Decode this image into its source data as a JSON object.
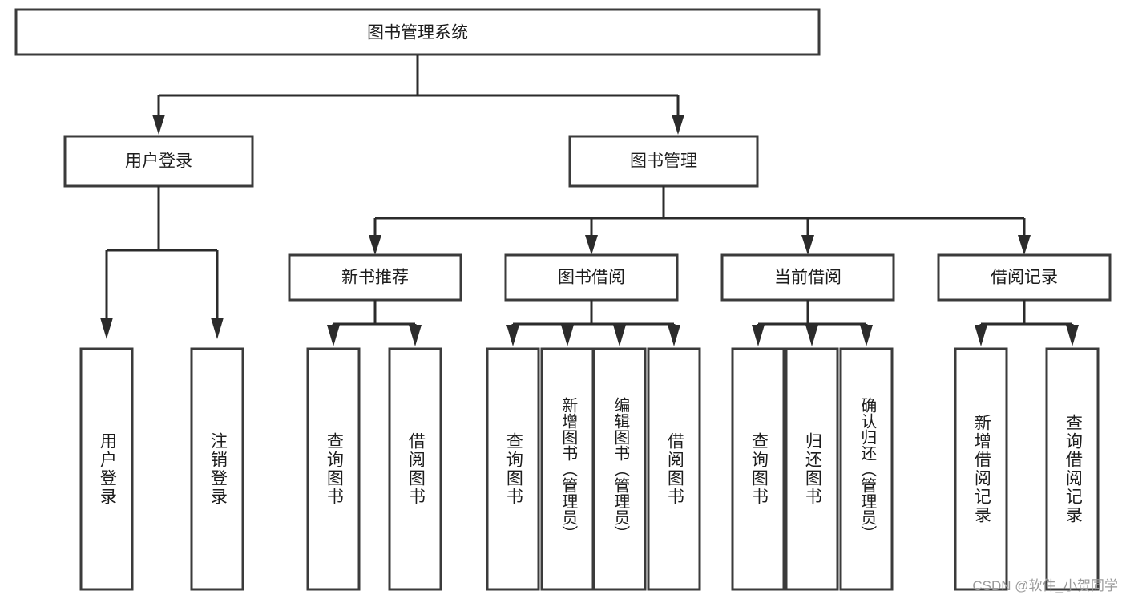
{
  "diagram": {
    "title": "图书管理系统",
    "type": "hierarchy-tree",
    "root": {
      "id": "root",
      "label": "图书管理系统"
    },
    "level1": [
      {
        "id": "user-login",
        "label": "用户登录"
      },
      {
        "id": "book-manage",
        "label": "图书管理"
      }
    ],
    "level2": [
      {
        "id": "new-book-recommend",
        "label": "新书推荐",
        "parent": "book-manage"
      },
      {
        "id": "book-borrow",
        "label": "图书借阅",
        "parent": "book-manage"
      },
      {
        "id": "current-borrow",
        "label": "当前借阅",
        "parent": "book-manage"
      },
      {
        "id": "borrow-record",
        "label": "借阅记录",
        "parent": "book-manage"
      }
    ],
    "leaves": [
      {
        "id": "leaf-user-login",
        "label": "用户登录",
        "parent": "user-login"
      },
      {
        "id": "leaf-logout-login",
        "label": "注销登录",
        "parent": "user-login"
      },
      {
        "id": "leaf-query-book-1",
        "label": "查询图书",
        "parent": "new-book-recommend"
      },
      {
        "id": "leaf-borrow-book-1",
        "label": "借阅图书",
        "parent": "new-book-recommend"
      },
      {
        "id": "leaf-query-book-2",
        "label": "查询图书",
        "parent": "book-borrow"
      },
      {
        "id": "leaf-add-book",
        "label": "新增图书（管理员）",
        "parent": "book-borrow"
      },
      {
        "id": "leaf-edit-book",
        "label": "编辑图书（管理员）",
        "parent": "book-borrow"
      },
      {
        "id": "leaf-borrow-book-2",
        "label": "借阅图书",
        "parent": "book-borrow"
      },
      {
        "id": "leaf-query-book-3",
        "label": "查询图书",
        "parent": "current-borrow"
      },
      {
        "id": "leaf-return-book",
        "label": "归还图书",
        "parent": "current-borrow"
      },
      {
        "id": "leaf-confirm-return",
        "label": "确认归还（管理员）",
        "parent": "current-borrow"
      },
      {
        "id": "leaf-add-record",
        "label": "新增借阅记录",
        "parent": "borrow-record"
      },
      {
        "id": "leaf-query-record",
        "label": "查询借阅记录",
        "parent": "borrow-record"
      }
    ]
  },
  "watermark": {
    "text": "CSDN @软件_小贺同学"
  },
  "colors": {
    "box_stroke": "#3b3b3b",
    "connector": "#2b2b2b",
    "text": "#1d1d1d",
    "background": "#ffffff",
    "watermark": "#9a9a9a"
  }
}
